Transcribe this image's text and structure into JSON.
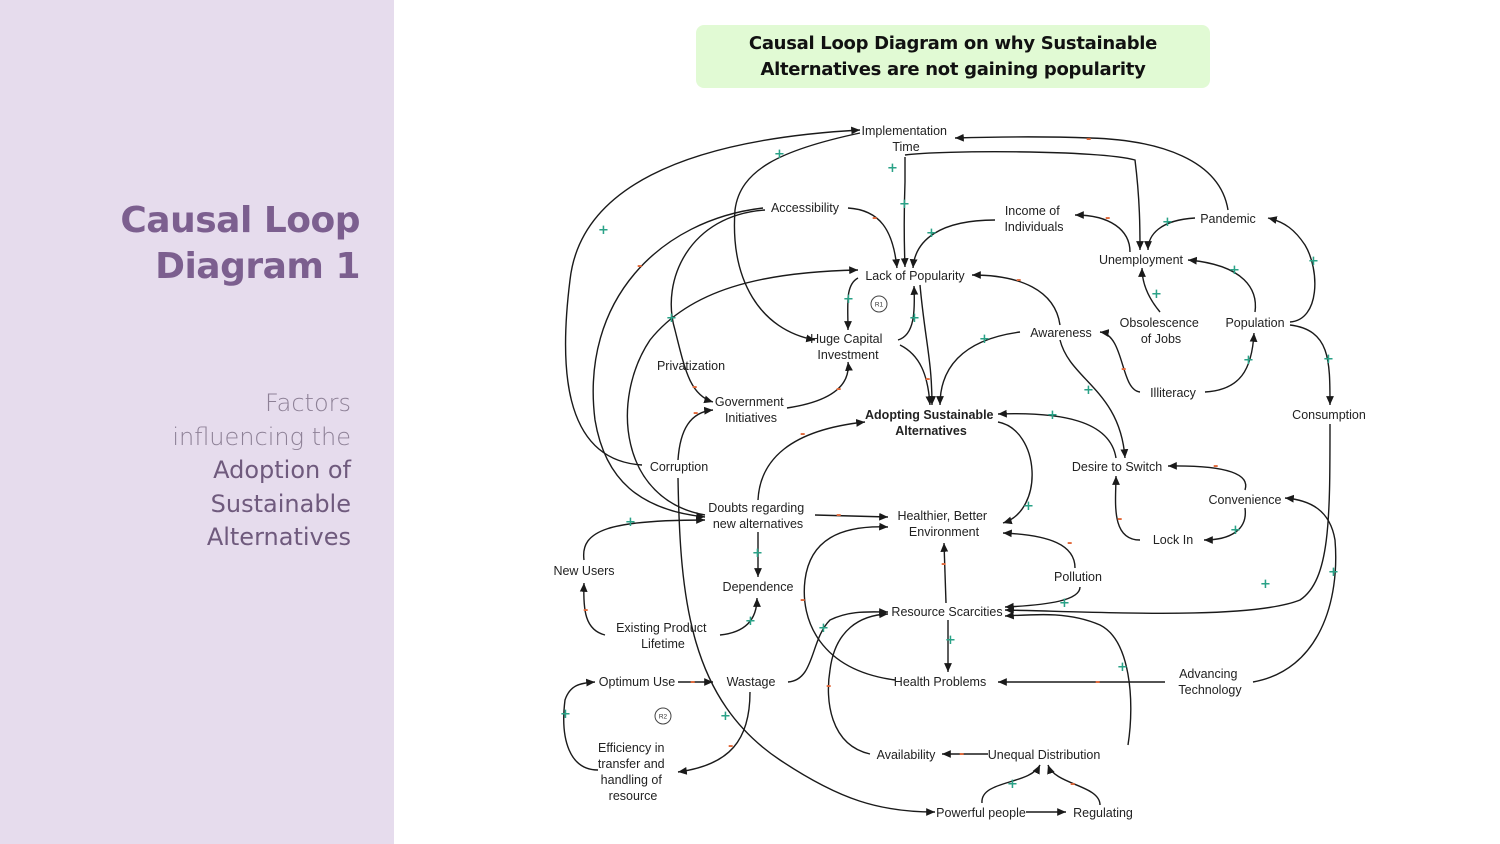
{
  "sidebar": {
    "title_lines": [
      "Causal Loop",
      "Diagram 1"
    ],
    "subtitle": {
      "light_lines": [
        "Factors",
        "influencing the"
      ],
      "bold_lines": [
        "Adoption of",
        "Sustainable",
        "Alternatives"
      ]
    }
  },
  "banner": {
    "lines": [
      "Causal Loop Diagram on why Sustainable",
      "Alternatives are not gaining popularity"
    ]
  },
  "colors": {
    "sidebar_bg": "#e6dced",
    "title": "#7c5f8f",
    "banner_bg": "#e1fad4",
    "positive": "#2aa287",
    "negative": "#e2693a"
  },
  "nodes": {
    "implementation_time": [
      "Implementation",
      "Time"
    ],
    "accessibility": [
      "Accessibility"
    ],
    "income": [
      "Income of",
      "Individuals"
    ],
    "pandemic": [
      "Pandemic"
    ],
    "unemployment": [
      "Unemployment"
    ],
    "lack_of_popularity": [
      "Lack of Popularity"
    ],
    "obsolescence": [
      "Obsolescence",
      "of Jobs"
    ],
    "population": [
      "Population"
    ],
    "huge_capital": [
      "Huge Capital",
      "Investment"
    ],
    "awareness": [
      "Awareness"
    ],
    "privatization": [
      "Privatization"
    ],
    "illiteracy": [
      "Illiteracy"
    ],
    "government_initiatives": [
      "Government",
      "Initiatives"
    ],
    "adopting": [
      "Adopting Sustainable",
      "Alternatives"
    ],
    "consumption": [
      "Consumption"
    ],
    "corruption": [
      "Corruption"
    ],
    "desire_to_switch": [
      "Desire to Switch"
    ],
    "doubts": [
      "Doubts regarding",
      "new alternatives"
    ],
    "healthier": [
      "Healthier, Better",
      "Environment"
    ],
    "convenience": [
      "Convenience"
    ],
    "lock_in": [
      "Lock In"
    ],
    "new_users": [
      "New Users"
    ],
    "dependence": [
      "Dependence"
    ],
    "pollution": [
      "Pollution"
    ],
    "resource_scarcities": [
      "Resource Scarcities"
    ],
    "existing_product": [
      "Existing Product",
      "Lifetime"
    ],
    "optimum_use": [
      "Optimum Use"
    ],
    "wastage": [
      "Wastage"
    ],
    "health_problems": [
      "Health Problems"
    ],
    "advancing_technology": [
      "Advancing",
      "Technology"
    ],
    "efficiency": [
      "Efficiency in",
      "transfer and",
      "handling of",
      "resource"
    ],
    "availability": [
      "Availability"
    ],
    "unequal_distribution": [
      "Unequal Distribution"
    ],
    "powerful_people": [
      "Powerful people"
    ],
    "regulating": [
      "Regulating"
    ]
  },
  "loop_markers": [
    "R1",
    "R2"
  ],
  "polarity_symbols": {
    "positive": "+",
    "negative": "-"
  }
}
